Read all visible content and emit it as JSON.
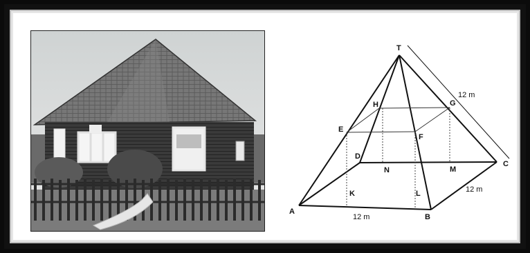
{
  "photo": {
    "subject": "house-with-pyramid-roof"
  },
  "diagram": {
    "vertices": {
      "T": "T",
      "A": "A",
      "B": "B",
      "C": "C",
      "D": "D",
      "E": "E",
      "F": "F",
      "G": "G",
      "H": "H",
      "K": "K",
      "L": "L",
      "M": "M",
      "N": "N"
    },
    "measures": {
      "ab": "12 m",
      "bc": "12 m",
      "tc": "12 m"
    }
  }
}
